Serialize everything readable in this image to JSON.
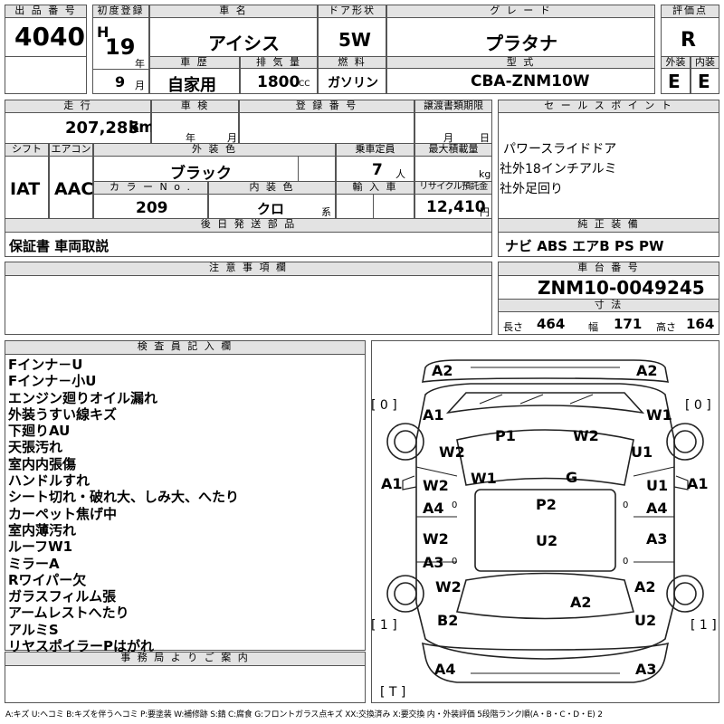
{
  "lot": {
    "label": "出 品 番 号",
    "value": "4040"
  },
  "first_reg": {
    "label": "初度登録",
    "era": "H",
    "year": "19",
    "year_unit": "年",
    "month": "9",
    "month_unit": "月"
  },
  "car_name": {
    "label": "車 名",
    "value": "アイシス"
  },
  "doors": {
    "label": "ドア形状",
    "value": "5W"
  },
  "grade": {
    "label": "グ レ ー ド",
    "value": "プラタナ"
  },
  "score": {
    "label": "評価点",
    "value": "R"
  },
  "history": {
    "label": "車 歴",
    "value": "自家用"
  },
  "displacement": {
    "label": "排 気 量",
    "value": "1800",
    "unit": "CC"
  },
  "fuel": {
    "label": "燃 料",
    "value": "ガソリン"
  },
  "model_code": {
    "label": "型 式",
    "value": "CBA-ZNM10W"
  },
  "ext_grade": {
    "label": "外装",
    "value": "E"
  },
  "int_grade": {
    "label": "内装",
    "value": "E"
  },
  "mileage": {
    "label": "走 行",
    "value": "207,285",
    "unit": "km"
  },
  "inspection": {
    "label": "車 検",
    "year_unit": "年",
    "month_unit": "月"
  },
  "reg_no": {
    "label": "登 録 番 号"
  },
  "transfer": {
    "label": "譲渡書類期限",
    "month_unit": "月",
    "day_unit": "日"
  },
  "sales_points": {
    "label": "セ ー ル ス ポ イ ン ト",
    "items": [
      "パワースライドドア",
      "社外18インチアルミ",
      "社外足回り"
    ]
  },
  "shift": {
    "label": "シフト",
    "value": "IAT"
  },
  "aircon": {
    "label": "エアコン",
    "value": "AAC"
  },
  "ext_color": {
    "label": "外 装 色",
    "value": "ブラック"
  },
  "capacity": {
    "label": "乗車定員",
    "value": "7",
    "unit": "人"
  },
  "max_load": {
    "label": "最大積載量",
    "unit": "kg"
  },
  "color_no": {
    "label": "カ ラ ー N o .",
    "value": "209"
  },
  "int_color": {
    "label": "内 装 色",
    "value": "クロ",
    "suffix": "系"
  },
  "import": {
    "label": "輸 入 車"
  },
  "recycle": {
    "label": "リサイクル預託金",
    "value": "12,410",
    "unit": "円"
  },
  "later_parts": {
    "label": "後 日 発 送 部 品",
    "value": "保証書 車両取説"
  },
  "options": {
    "label": "純 正 装 備",
    "value": "ナビ ABS エアB PS PW"
  },
  "notes": {
    "label": "注 意 事 項 欄"
  },
  "chassis": {
    "label": "車 台 番 号",
    "value": "ZNM10-0049245"
  },
  "dims": {
    "label": "寸 法",
    "length_label": "長さ",
    "length": "464",
    "width_label": "幅",
    "width": "171",
    "height_label": "高さ",
    "height": "164"
  },
  "inspector": {
    "label": "検 査 員 記 入 欄",
    "items": [
      "Fインナ－U",
      "Fインナ－小U",
      "エンジン廻りオイル漏れ",
      "外装うすい線キズ",
      "下廻りAU",
      "天張汚れ",
      "室内内張傷",
      "ハンドルすれ",
      "シート切れ・破れ大、しみ大、へたり",
      "カーペット焦げ中",
      "室内薄汚れ",
      "ルーフW1",
      "ミラーA",
      "Rワイパー欠",
      "ガラスフィルム張",
      "アームレストへたり",
      "アルミS",
      "リヤスポイラーPはがれ"
    ]
  },
  "office": {
    "label": "事 務 局 よ り ご 案 内"
  },
  "diagram": {
    "tire_fl": "[ 0 ]",
    "tire_fr": "[ 0 ]",
    "tire_rl": "[ 1 ]",
    "tire_rr": "[ 1 ]",
    "spare": "[ T ]",
    "marks": [
      "A2",
      "A2",
      "A1",
      "W1",
      "W2",
      "U1",
      "P1",
      "W2",
      "W1",
      "G",
      "A1",
      "A1",
      "W2",
      "A4",
      "U1",
      "A4",
      "P2",
      "U2",
      "W2",
      "A3",
      "A3",
      "W2",
      "A2",
      "A2",
      "B2",
      "U2",
      "A4",
      "A3"
    ],
    "zero_l1": "0",
    "zero_l2": "0",
    "zero_r1": "0",
    "zero_r2": "0"
  },
  "legend": "A:キズ U:ヘコミ B:キズを伴うヘコミ P:要塗装 W:補修跡 S:錆 C:腐食 G:フロントガラス点キズ XX:交換済み X:要交換 内・外装評価 5段階ランク順(A・B・C・D・E) 2"
}
